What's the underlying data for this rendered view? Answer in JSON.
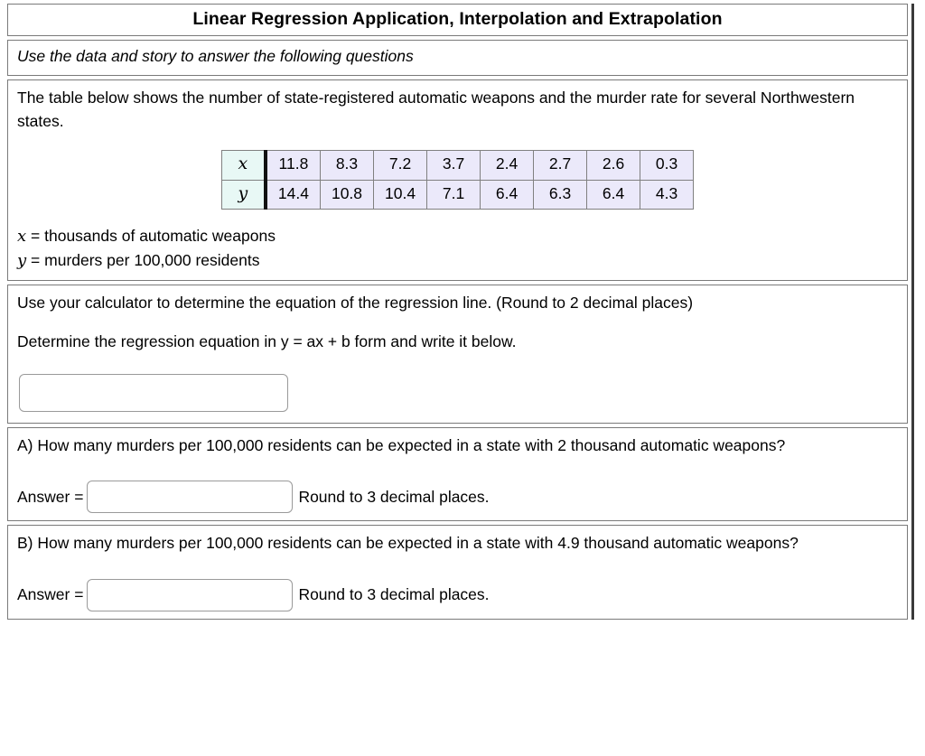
{
  "worksheet": {
    "title": "Linear Regression Application, Interpolation and Extrapolation",
    "instruction": "Use the data and story to answer the following questions",
    "intro": "The table below shows the number of state-registered automatic weapons and the murder rate for several Northwestern states.",
    "var_x_symbol": "x",
    "var_y_symbol": "y",
    "var_x_def": "= thousands of automatic weapons",
    "var_y_def": "= murders per 100,000 residents"
  },
  "chart_data": {
    "type": "table",
    "title": "",
    "xlabel": "x = thousands of automatic weapons",
    "ylabel": "y = murders per 100,000 residents",
    "row_labels": [
      "x",
      "y"
    ],
    "x": [
      11.8,
      8.3,
      7.2,
      3.7,
      2.4,
      2.7,
      2.6,
      0.3
    ],
    "y": [
      14.4,
      10.8,
      10.4,
      7.1,
      6.4,
      6.3,
      6.4,
      4.3
    ],
    "rows": [
      {
        "label": "x",
        "values": [
          "11.8",
          "8.3",
          "7.2",
          "3.7",
          "2.4",
          "2.7",
          "2.6",
          "0.3"
        ]
      },
      {
        "label": "y",
        "values": [
          "14.4",
          "10.8",
          "10.4",
          "7.1",
          "6.4",
          "6.3",
          "6.4",
          "4.3"
        ]
      }
    ]
  },
  "regression_section": {
    "line1": "Use your calculator to determine the equation of the regression line. (Round to 2 decimal places)",
    "line2": "Determine the regression equation in y = ax + b form and write it below.",
    "equation_input_value": "",
    "equation_input_placeholder": ""
  },
  "question_a": {
    "prompt": "A) How many murders per 100,000 residents can be expected in a state with 2 thousand automatic weapons?",
    "answer_label": "Answer =",
    "answer_value": "",
    "answer_placeholder": "",
    "rounding_note": "Round to 3 decimal places."
  },
  "question_b": {
    "prompt": "B) How many murders per 100,000 residents can be expected in a state with 4.9 thousand automatic weapons?",
    "answer_label": "Answer =",
    "answer_value": "",
    "answer_placeholder": "",
    "rounding_note": "Round to 3 decimal places."
  },
  "colors": {
    "table_data_cell": "#ebe9fa",
    "table_header_cell": "#e8f8f5",
    "border": "#7a7a7a",
    "frame": "#3a3a3a"
  }
}
